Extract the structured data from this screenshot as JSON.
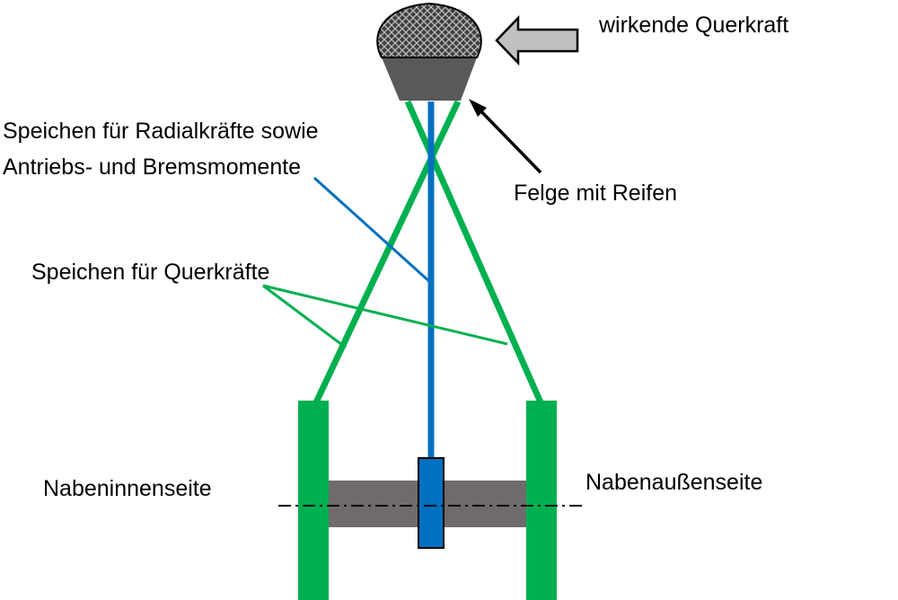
{
  "labels": {
    "lateral_force": "wirkende Querkraft",
    "radial_spokes_line1": "Speichen für Radialkräfte sowie",
    "radial_spokes_line2": "Antriebs- und Bremsmomente",
    "rim_with_tire": "Felge mit Reifen",
    "lateral_spokes": "Speichen für Querkräfte",
    "hub_inner_side": "Nabeninnenseite",
    "hub_outer_side": "Nabenaußenseite"
  },
  "colors": {
    "spoke_green": "#00b050",
    "spoke_blue": "#0070c0",
    "hub_grey": "#706b6b",
    "rim_grey": "#595959",
    "tire_dark": "#3f3f3f",
    "arrow_fill": "#c0c0c0"
  }
}
